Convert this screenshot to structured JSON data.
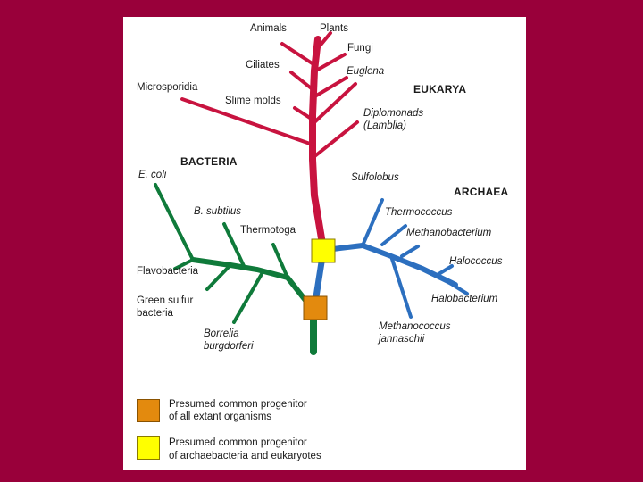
{
  "domains": {
    "eukarya": "EUKARYA",
    "bacteria": "BACTERIA",
    "archaea": "ARCHAEA"
  },
  "eukarya_taxa": {
    "animals": "Animals",
    "plants": "Plants",
    "fungi": "Fungi",
    "ciliates": "Ciliates",
    "euglena": "Euglena",
    "microsporidia": "Microsporidia",
    "slime_molds": "Slime molds",
    "diplomonads_1": "Diplomonads",
    "diplomonads_2": "(Lamblia)"
  },
  "bacteria_taxa": {
    "ecoli": "E. coli",
    "bsubtilus": "B. subtilus",
    "thermotoga": "Thermotoga",
    "flavobacteria": "Flavobacteria",
    "green_sulfur_1": "Green sulfur",
    "green_sulfur_2": "bacteria",
    "borrelia_1": "Borrelia",
    "borrelia_2": "burgdorferi"
  },
  "archaea_taxa": {
    "sulfolobus": "Sulfolobus",
    "thermococcus": "Thermococcus",
    "methanobacterium": "Methanobacterium",
    "halococcus": "Halococcus",
    "halobacterium": "Halobacterium",
    "methanococcus_1": "Methanococcus",
    "methanococcus_2": "jannaschii"
  },
  "legend": {
    "orange_line1": "Presumed common progenitor",
    "orange_line2": "of all extant organisms",
    "yellow_line1": "Presumed common progenitor",
    "yellow_line2": "of archaebacteria and eukaryotes"
  },
  "colors": {
    "background": "#99003a",
    "eukarya_branch": "#c8133f",
    "bacteria_branch": "#0f7a3a",
    "archaea_branch": "#2c6fbf",
    "common_progenitor": "#e38a0e",
    "archaea_eukarya_progenitor": "#ffff00"
  }
}
